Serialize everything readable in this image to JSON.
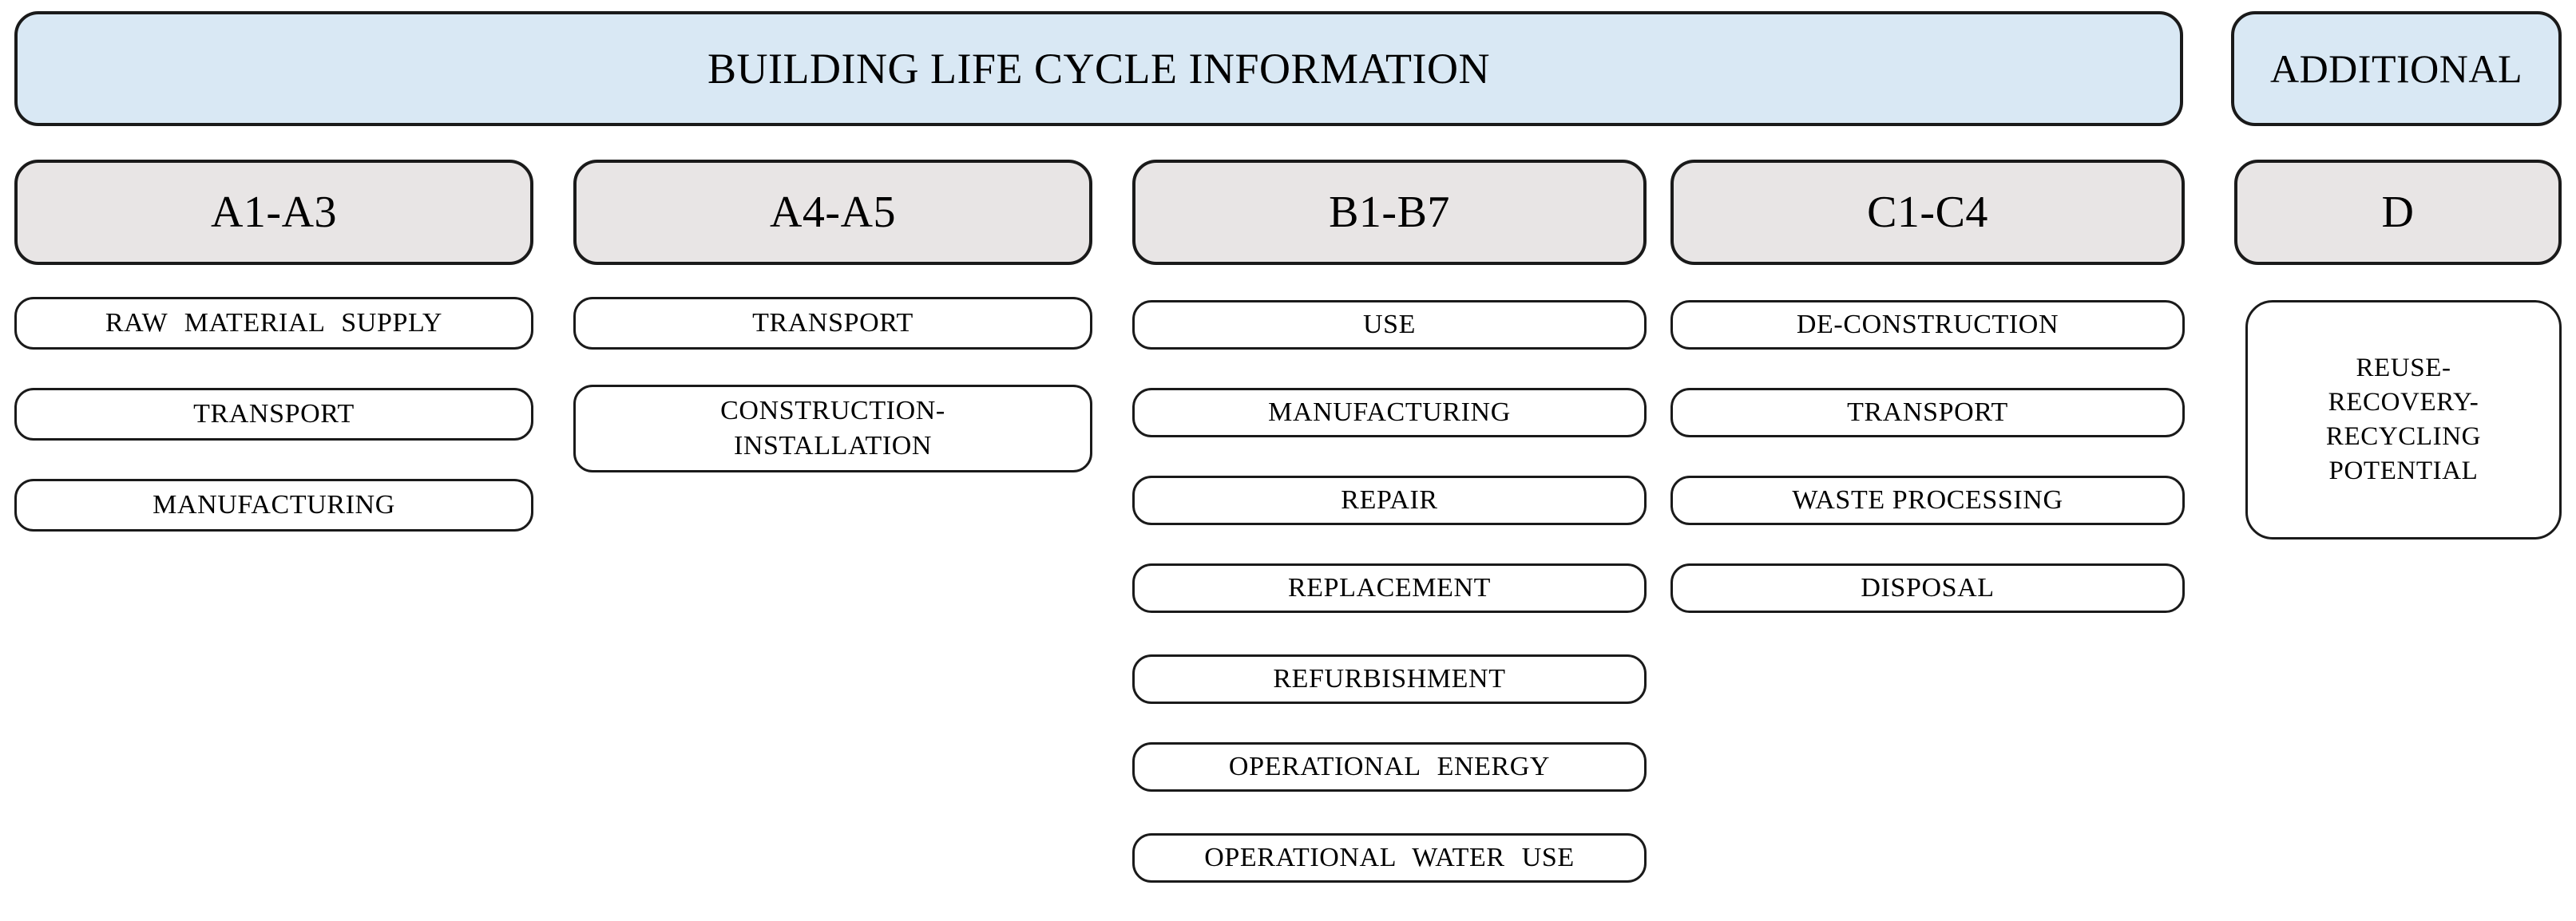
{
  "banner": {
    "title": "BUILDING LIFE CYCLE INFORMATION",
    "additional": "ADDITIONAL",
    "fill_color": "#d9e8f4"
  },
  "stage_header_fill": "#e8e5e5",
  "module_fill": "#ffffff",
  "border_color": "#1a1a1a",
  "columns": [
    {
      "id": "a1-a3",
      "header": "A1-A3",
      "modules": [
        "RAW MATERIAL SUPPLY",
        "TRANSPORT",
        "MANUFACTURING"
      ]
    },
    {
      "id": "a4-a5",
      "header": "A4-A5",
      "modules": [
        "TRANSPORT",
        "CONSTRUCTION-\nINSTALLATION"
      ]
    },
    {
      "id": "b1-b7",
      "header": "B1-B7",
      "modules": [
        "USE",
        "MANUFACTURING",
        "REPAIR",
        "REPLACEMENT",
        "REFURBISHMENT",
        "OPERATIONAL ENERGY",
        "OPERATIONAL WATER USE"
      ]
    },
    {
      "id": "c1-c4",
      "header": "C1-C4",
      "modules": [
        "DE-CONSTRUCTION",
        "TRANSPORT",
        "WASTE PROCESSING",
        "DISPOSAL"
      ]
    },
    {
      "id": "d",
      "header": "D",
      "modules": [
        "REUSE-\nRECOVERY-\nRECYCLING\nPOTENTIAL"
      ]
    }
  ]
}
